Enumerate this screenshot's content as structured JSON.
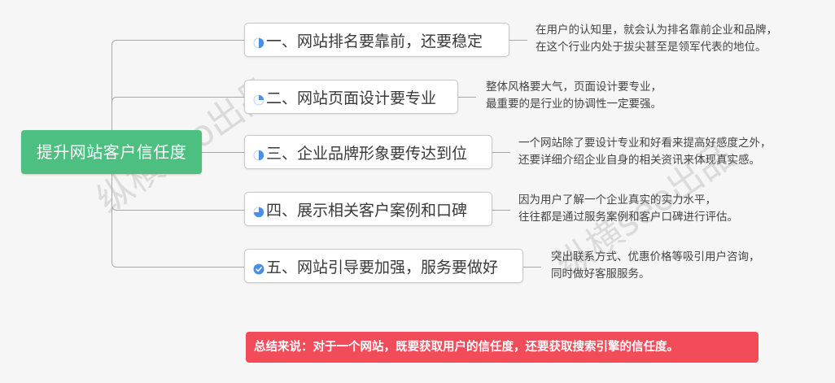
{
  "mindmap": {
    "root": {
      "label": "提升网站客户信任度",
      "color": "#4dbf80"
    },
    "branches": [
      {
        "label": "一、网站排名要靠前，还要稳定",
        "progress_icon": "progress-50-icon",
        "note_lines": [
          "在用户的认知里，就会认为排名靠前企业和品牌，",
          "在这个行业内处于拔尖甚至是领军代表的地位。"
        ]
      },
      {
        "label": "二、网站页面设计要专业",
        "progress_icon": "progress-25-icon",
        "note_lines": [
          "整体风格要大气，页面设计要专业，",
          "最重要的是行业的协调性一定要强。"
        ]
      },
      {
        "label": "三、企业品牌形象要传达到位",
        "progress_icon": "progress-50-icon",
        "note_lines": [
          "一个网站除了要设计专业和好看来提高好感度之外，",
          "还要详细介绍企业自身的相关资讯来体现真实感。"
        ]
      },
      {
        "label": "四、展示相关客户案例和口碑",
        "progress_icon": "progress-75-icon",
        "note_lines": [
          "因为用户了解一个企业真实的实力水平，",
          "往往都是通过服务案例和客户口碑进行评估。"
        ]
      },
      {
        "label": "五、网站引导要加强，服务要做好",
        "progress_icon": "progress-complete-check-icon",
        "note_lines": [
          "突出联系方式、优惠价格等吸引用户咨询，",
          "同时做好客服服务。"
        ]
      }
    ],
    "summary": {
      "label": "总结来说：对于一个网站，既要获取用户的信任度，还要获取搜索引擎的信任度。",
      "color": "#f24c5a"
    },
    "watermark": "纵横seo出品",
    "colors": {
      "progress_blue": "#4a90e2",
      "connector": "#a8a8a8",
      "box_border": "#c8c8c8"
    }
  }
}
